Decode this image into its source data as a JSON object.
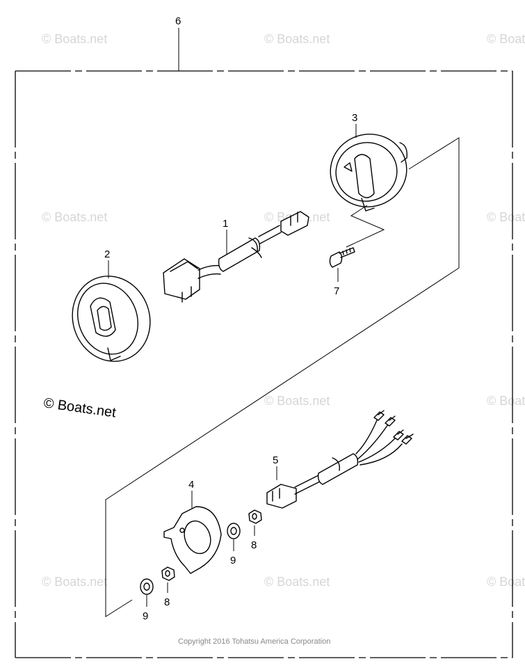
{
  "diagram": {
    "callouts": {
      "c1": "1",
      "c2": "2",
      "c3": "3",
      "c4": "4",
      "c5": "5",
      "c6": "6",
      "c7": "7",
      "c8a": "8",
      "c8b": "8",
      "c9a": "9",
      "c9b": "9"
    },
    "watermark": "© Boats.net",
    "watermark_main": "© Boats.net",
    "copyright": "Copyright 2016 Tohatsu America Corporation"
  }
}
